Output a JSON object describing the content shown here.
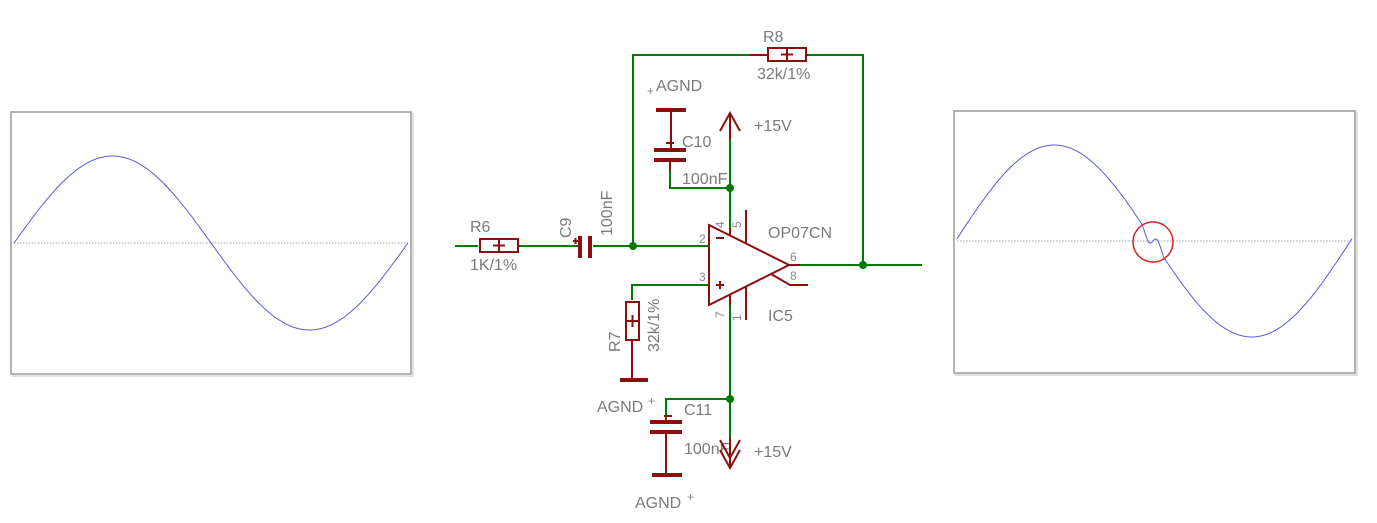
{
  "labels": {
    "r6_name": "R6",
    "r6_value": "1K/1%",
    "c9_name": "C9",
    "c9_value": "100nF",
    "r8_name": "R8",
    "r8_value": "32k/1%",
    "r7_name": "R7",
    "r7_value": "32k/1%",
    "c10_name": "C10",
    "c10_value": "100nF",
    "c11_name": "C11",
    "c11_value": "100nF",
    "opamp_type": "OP07CN",
    "opamp_ref": "IC5",
    "agnd_top": "AGND",
    "agnd_r7": "AGND",
    "agnd_bottom": "AGND",
    "supply_pos": "+15V",
    "supply_neg": "+15V",
    "gnd_symbol": "+"
  },
  "pins": {
    "inv": "2",
    "noninv": "3",
    "v_pos": "4",
    "offset_top": "5",
    "out": "6",
    "pin8": "8",
    "v_neg": "7",
    "offset_bottom": "1",
    "minus_sign": "−",
    "plus_sign": "+"
  },
  "scopes": {
    "input": {
      "waveform": "sine",
      "cycles": 1,
      "color": "#5a5adc"
    },
    "output": {
      "waveform": "sine with crossover glitch",
      "cycles": 1,
      "color": "#5a5adc",
      "marker_color": "#e02020"
    }
  },
  "colors": {
    "wire": "#007a00",
    "component": "#8b0f0f",
    "label": "#7a7a7a"
  }
}
